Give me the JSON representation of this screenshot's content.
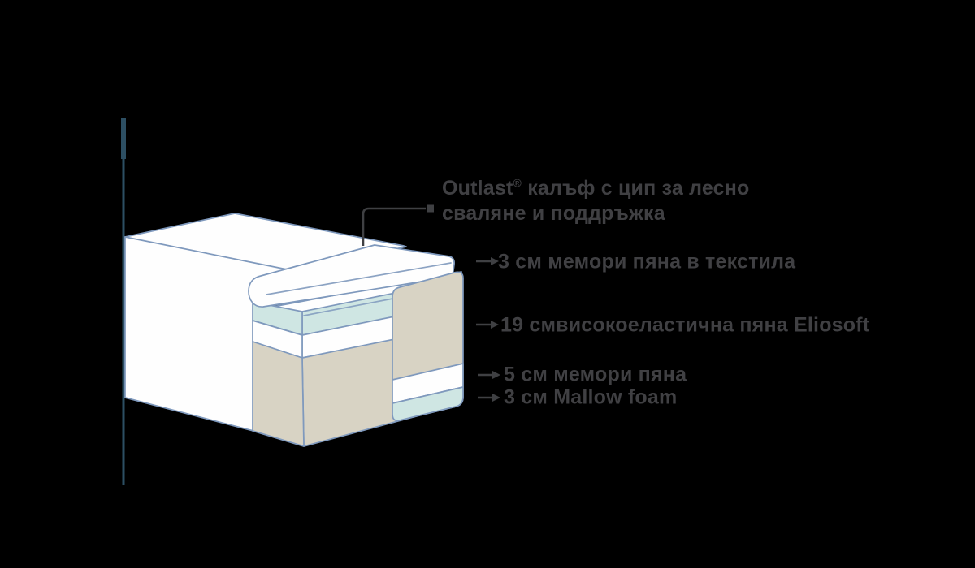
{
  "colors": {
    "bg": "#000000",
    "text": "#404043",
    "arrow": "#3f4043",
    "outline": "#7f99bd",
    "teal_line": "#2d4f63",
    "white": "#fefefe",
    "mint": "#cfe6e3",
    "mint_light": "#dceeea",
    "beige": "#d8d3c4"
  },
  "diagram": {
    "title": {
      "brand": "Outlast",
      "reg": "®",
      "line1_rest": " калъф с цип за лесно",
      "line2": "сваляне и поддръжка"
    },
    "labels": [
      {
        "text": "3 см мемори пяна в текстила"
      },
      {
        "text": "19 смвисокоеластична пяна Eliosoft"
      },
      {
        "text": "5 см мемори пяна"
      },
      {
        "text": "3 см Mallow foam"
      }
    ],
    "legend": {
      "illustration": "mattress-cutaway-layers"
    }
  }
}
